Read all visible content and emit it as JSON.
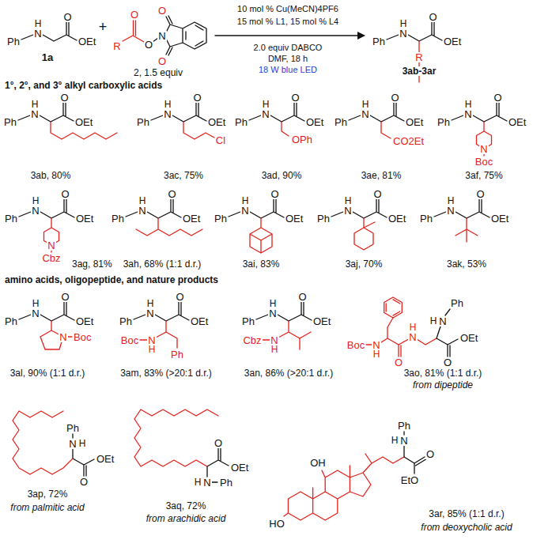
{
  "diagram": {
    "labels": [
      "Ph",
      "H",
      "N",
      "O",
      "OEt",
      "1a",
      "+",
      "O",
      "R",
      "O",
      "N",
      "O",
      "O",
      "2, 1.5 equiv",
      "10 mol % Cu(MeCN)4PF6",
      "15 mol % L1, 15 mol % L4",
      "2.0 equiv DABCO",
      "DMF, 18 h",
      "18 W blue LED",
      "Ph",
      "H",
      "N",
      "O",
      "OEt",
      "R",
      "3ab-3ar",
      "1°, 2°, and 3° alkyl carboxylic acids",
      "Ph",
      "H",
      "N",
      "O",
      "OEt",
      "3ab, 80%",
      "Ph",
      "H",
      "N",
      "O",
      "OEt",
      "Cl",
      "3ac, 75%",
      "Ph",
      "H",
      "N",
      "O",
      "OEt",
      "OPh",
      "3ad, 90%",
      "Ph",
      "H",
      "N",
      "O",
      "OEt",
      "CO2Et",
      "3ae, 81%",
      "Ph",
      "H",
      "N",
      "O",
      "OEt",
      "N",
      "Boc",
      "3af, 75%",
      "Ph",
      "H",
      "N",
      "O",
      "OEt",
      "N",
      "Cbz",
      "3ag, 81%",
      "Ph",
      "H",
      "N",
      "O",
      "OEt",
      "3ah, 68% (1:1 d.r.)",
      "Ph",
      "H",
      "N",
      "O",
      "OEt",
      "3ai, 83%",
      "Ph",
      "H",
      "N",
      "O",
      "OEt",
      "3aj, 70%",
      "Ph",
      "H",
      "N",
      "O",
      "OEt",
      "3ak, 53%",
      "amino acids, oligopeptide, and nature products",
      "Ph",
      "H",
      "N",
      "O",
      "OEt",
      "N",
      "Boc",
      "3al, 90% (1:1 d.r.)",
      "Ph",
      "H",
      "N",
      "O",
      "OEt",
      "Boc",
      "N",
      "H",
      "Ph",
      "3am, 83% (>20:1 d.r.)",
      "Ph",
      "H",
      "N",
      "O",
      "OEt",
      "Cbz",
      "N",
      "H",
      "3an, 86% (>20:1 d.r.)",
      "Boc",
      "N",
      "H",
      "O",
      "N",
      "H",
      "H",
      "N",
      "Ph",
      "O",
      "OEt",
      "3ao, 81% (1:1 d.r.)",
      "from dipeptide",
      "Ph",
      "N",
      "H",
      "O",
      "OEt",
      "3ap, 72%",
      "from palmitic acid",
      "H",
      "N",
      "Ph",
      "O",
      "OEt",
      "3aq, 72%",
      "from arachidic acid",
      "HO",
      "OH",
      "Ph",
      "H",
      "N",
      "O",
      "EtO",
      "3ar, 85% (1:1 d.r.)",
      "from deoxycholic acid"
    ]
  }
}
